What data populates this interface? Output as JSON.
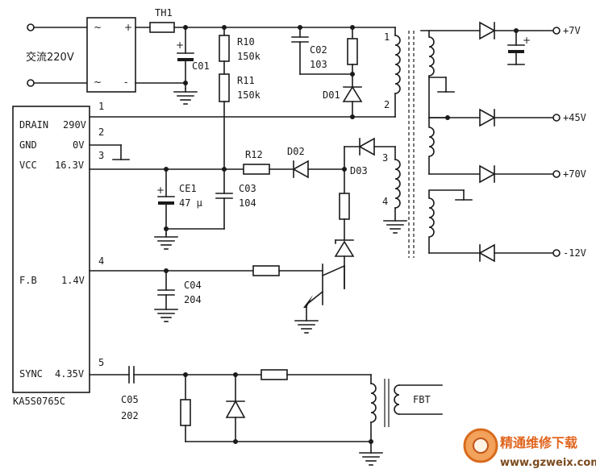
{
  "ac_input": "交流220V",
  "th1": "TH1",
  "ic": {
    "part": "KA5S0765C",
    "pins": [
      {
        "num": "1",
        "name": "DRAIN",
        "voltage": "290V"
      },
      {
        "num": "2",
        "name": "GND",
        "voltage": "0V"
      },
      {
        "num": "3",
        "name": "VCC",
        "voltage": "16.3V"
      },
      {
        "num": "4",
        "name": "F.B",
        "voltage": "1.4V"
      },
      {
        "num": "5",
        "name": "SYNC",
        "voltage": "4.35V"
      }
    ]
  },
  "components": {
    "c01": "C01",
    "r10": "R10",
    "r10_val": "150k",
    "r11": "R11",
    "r11_val": "150k",
    "c02": "C02",
    "c02_val": "103",
    "d01": "D01",
    "r12": "R12",
    "d02": "D02",
    "d03": "D03",
    "ce1": "CE1",
    "ce1_val": "47 μ",
    "c03": "C03",
    "c03_val": "104",
    "c04": "C04",
    "c04_val": "204",
    "c05": "C05",
    "c05_val": "202",
    "fbt": "FBT"
  },
  "winding_pins": {
    "p1": "1",
    "p2": "2",
    "p3": "3",
    "p4": "4"
  },
  "outputs": [
    "+7V",
    "+45V",
    "+70V",
    "-12V"
  ],
  "watermark": {
    "title": "精通维修下载",
    "url": "www.gzweix.com"
  }
}
